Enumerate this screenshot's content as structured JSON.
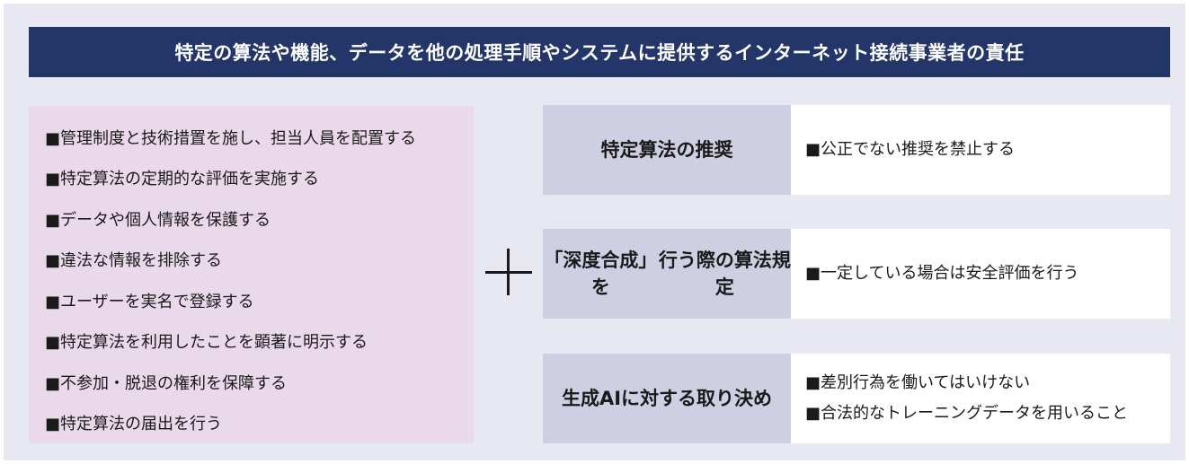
{
  "title": "特定の算法や機能、データを他の処理手順やシステムに提供するインターネット接続事業者の責任",
  "left_items": [
    "■管理制度と技術措置を施し、担当人員を配置する",
    "■特定算法の定期的な評価を実施する",
    "■データや個人情報を保護する",
    "■違法な情報を排除する",
    "■ユーザーを実名で登録する",
    "■特定算法を利用したことを顕著に明示する",
    "■不参加・脱退の権利を保障する",
    "■特定算法の届出を行う"
  ],
  "plus_icon": "plus-icon",
  "rows": [
    {
      "label_lines": [
        "特定算法の推奨"
      ],
      "items": [
        "■公正でない推奨を禁止する"
      ]
    },
    {
      "label_lines": [
        "「深度合成」を",
        "行う際の算法規定"
      ],
      "items": [
        "■一定している場合は安全評価を行う"
      ]
    },
    {
      "label_lines": [
        "生成AIに対する",
        "取り決め"
      ],
      "items": [
        "■差別行為を働いてはいけない",
        "■合法的なトレーニングデータを用いること"
      ]
    }
  ],
  "colors": {
    "title_bg": "#24356a",
    "page_bg": "#e8e8f2",
    "left_panel_bg": "#ead9ea",
    "row_label_bg": "#cfcfe3",
    "row_content_bg": "#ffffff"
  }
}
